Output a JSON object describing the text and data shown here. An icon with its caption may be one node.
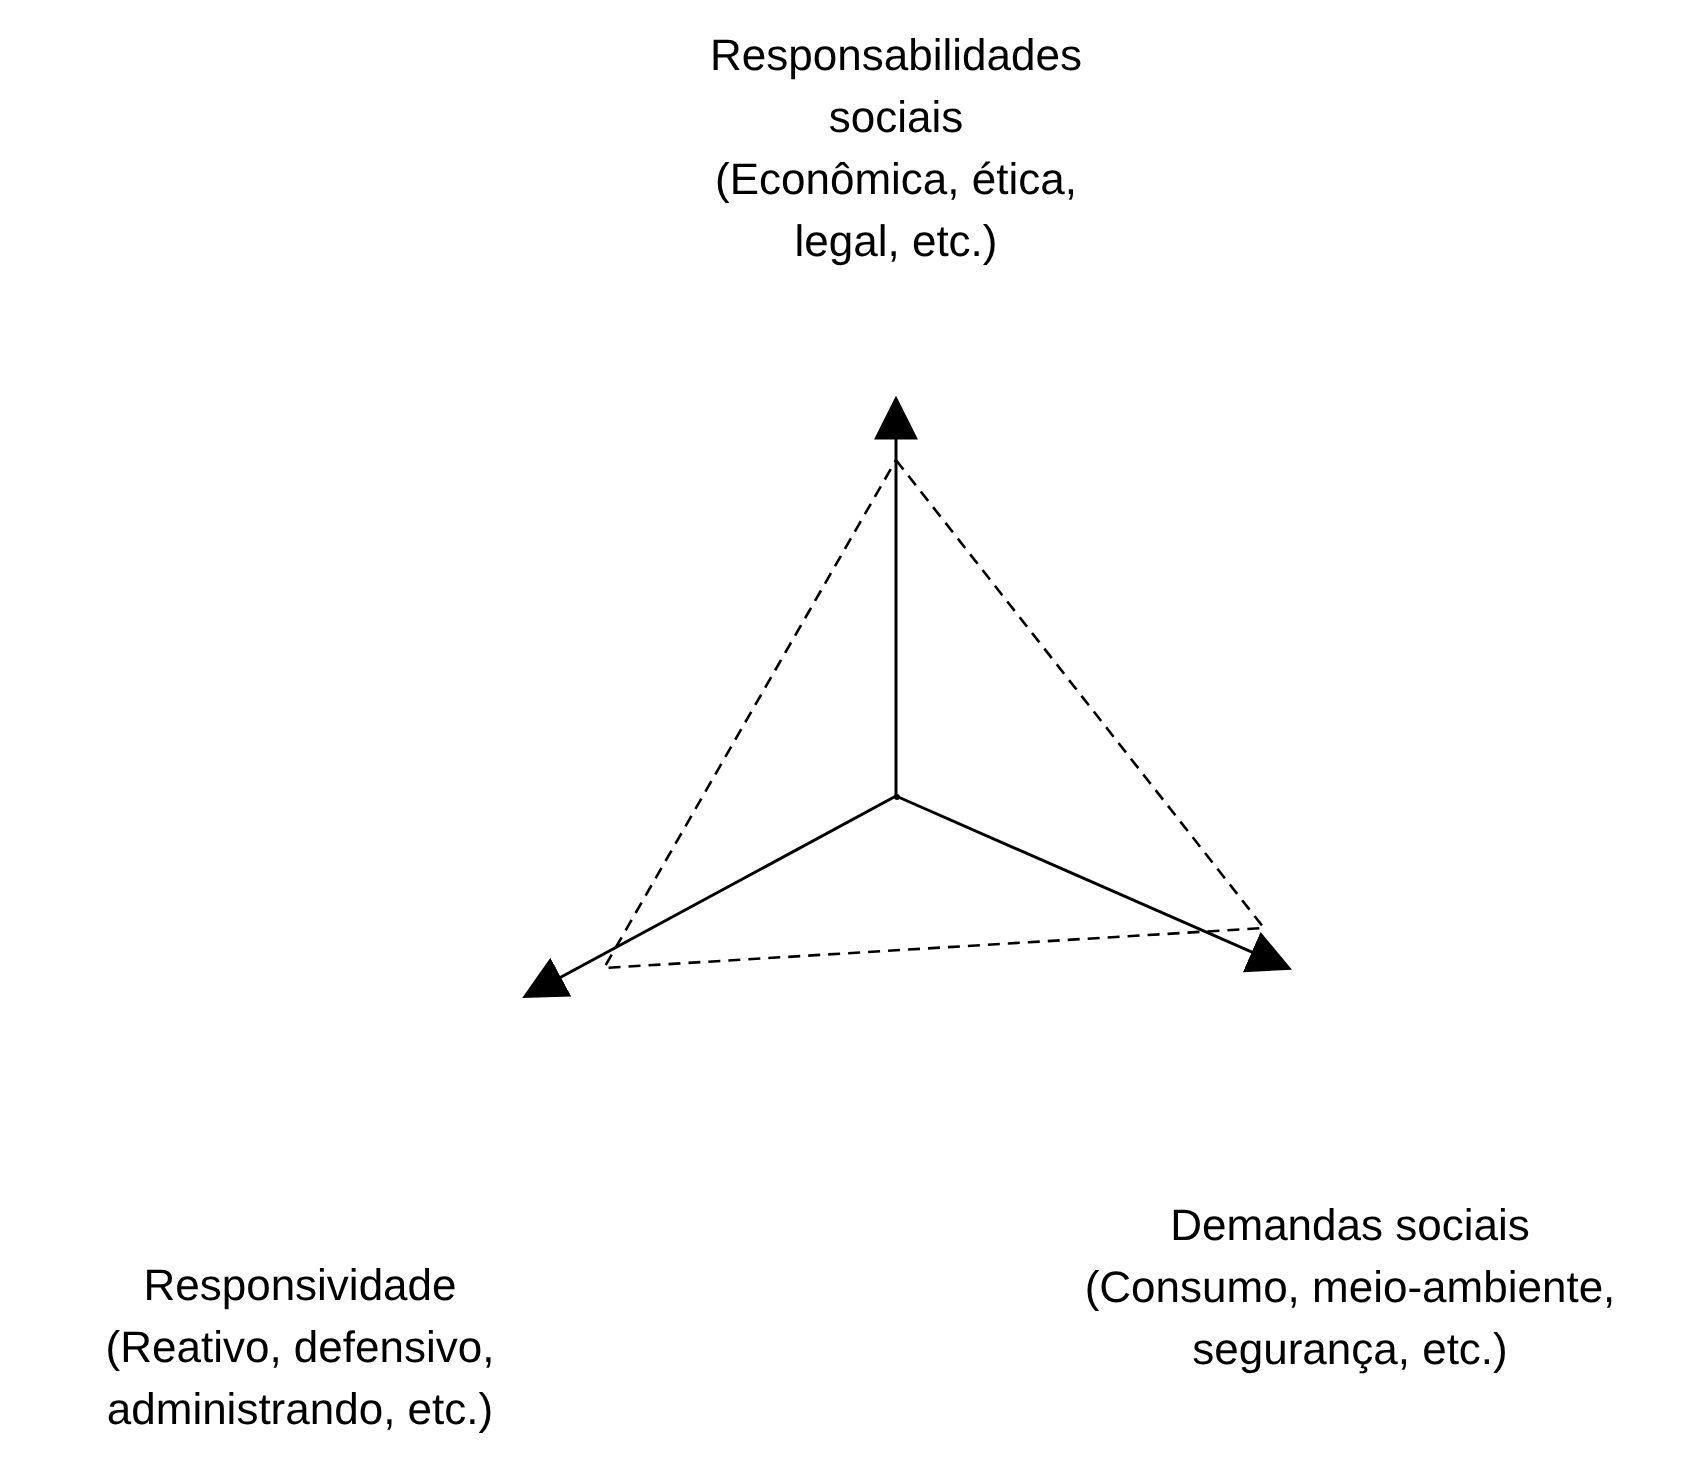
{
  "diagram": {
    "nodes": [
      {
        "text": [
          "Responsabilidades sociais",
          "(Econômica, ética, legal, etc.)"
        ]
      },
      {
        "text": [
          "Responsividade",
          "(Reativo, defensivo, administrando, etc.)"
        ]
      },
      {
        "text": [
          "Demandas sociais",
          "(Consumo, meio-ambiente, segurança, etc.)"
        ]
      },
      {
        "text": [],
        "shape": "point"
      }
    ],
    "edges": [
      {
        "from": 3,
        "to": null,
        "arrow": "to"
      },
      {
        "from": 3,
        "to": null,
        "arrow": "to"
      },
      {
        "from": 3,
        "to": null,
        "arrow": "to"
      }
    ]
  }
}
